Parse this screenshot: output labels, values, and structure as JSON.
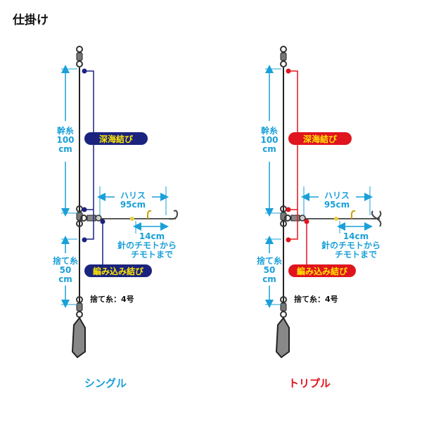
{
  "title": "仕掛け",
  "colors": {
    "dimension": "#1aa0d8",
    "single_accent": "#1a237e",
    "triple_accent": "#e0141e",
    "label_text": "#ffe600"
  },
  "rigs": [
    {
      "name": "シングル",
      "main_line_label": [
        "幹糸",
        "100",
        "cm"
      ],
      "knot_top": "深海結び",
      "knot_branch": "編み込み結び",
      "harris_label": [
        "ハリス",
        "95cm"
      ],
      "hook_spacing": [
        "14cm",
        "針のチモトから",
        "チモトまで"
      ],
      "sute_label": [
        "捨て糸",
        "50",
        "cm"
      ],
      "sute_spec": "捨て糸：4号",
      "caption_color": "#1aa0d8"
    },
    {
      "name": "トリプル",
      "main_line_label": [
        "幹糸",
        "100",
        "cm"
      ],
      "knot_top": "深海結び",
      "knot_branch": "編み込み結び",
      "harris_label": [
        "ハリス",
        "95cm"
      ],
      "hook_spacing": [
        "14cm",
        "針のチモトから",
        "チモトまで"
      ],
      "sute_label": [
        "捨て糸",
        "50",
        "cm"
      ],
      "sute_spec": "捨て糸：4号",
      "caption_color": "#e0141e"
    }
  ]
}
